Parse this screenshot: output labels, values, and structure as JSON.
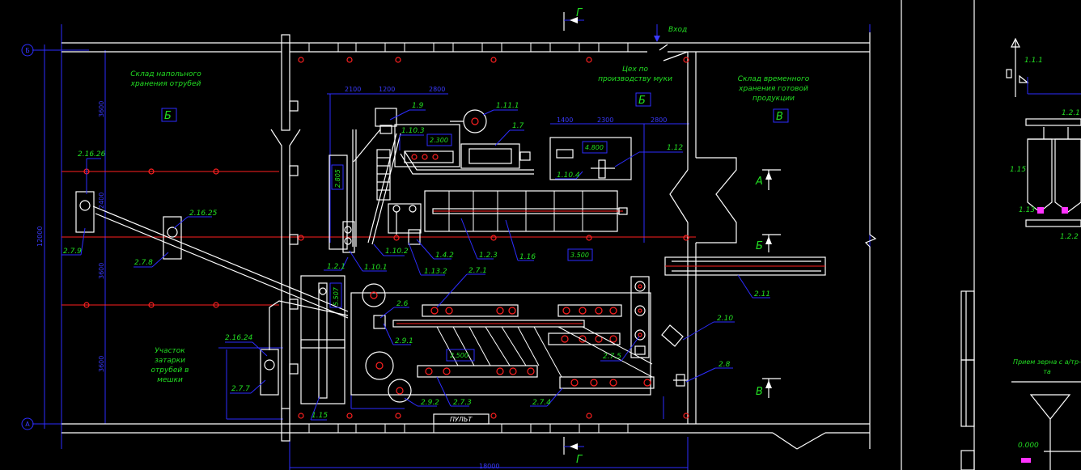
{
  "section_marks": {
    "g": "Г",
    "a": "А",
    "b": "Б",
    "v": "В"
  },
  "axis_marks": {
    "b": "Б",
    "a": "А"
  },
  "entrance": "Вход",
  "rooms": {
    "bran_store": "Склад напольного хранения отрубей",
    "bran_store_mark": "Б",
    "flour_shop": "Цех по производству муки",
    "flour_shop_mark": "Б",
    "product_store": "Склад временного хранения готовой продукции",
    "product_store_mark": "В",
    "bagging": "Участок затарки отрубей в мешки",
    "grain_intake": "Прием зерна с а/тр-та"
  },
  "control_panel": "ПУЛЬТ",
  "equipment": {
    "e1_9": "1.9",
    "e1_11_1": "1.11.1",
    "e1_10_3": "1.10.3",
    "e1_7": "1.7",
    "e1_10_4": "1.10.4",
    "e1_12": "1.12",
    "e2_16_26": "2.16.26",
    "e2_16_25": "2.16.25",
    "e2_7_9": "2.7.9",
    "e2_7_8": "2.7.8",
    "e1_10_2": "1.10.2",
    "e1_4_2": "1.4.2",
    "e1_2_3": "1.2.3",
    "e1_16": "1.16",
    "e1_2_1": "1.2.1",
    "e1_10_1": "1.10.1",
    "e1_13_2": "1.13.2",
    "e2_7_1": "2.7.1",
    "e2_6": "2.6",
    "e2_9_1": "2.9.1",
    "e2_7_5": "2.7.5",
    "e2_10": "2.10",
    "e2_11": "2.11",
    "e2_8": "2.8",
    "e2_16_24": "2.16.24",
    "e2_7_7": "2.7.7",
    "e1_15": "1.15",
    "e2_9_2": "2.9.2",
    "e2_7_3": "2.7.3",
    "e2_7_4": "2.7.4",
    "e1_1_1": "1.1.1",
    "e1_2_1r": "1.2.1",
    "e1_15r": "1.15",
    "e1_13": "1.13",
    "e1_2_2": "1.2.2"
  },
  "elevations": {
    "h2300": "2.300",
    "h4800": "4.800",
    "h2805": "2.805",
    "h3500": "3.500",
    "h5507": "5.507",
    "h2500": "2.500",
    "h0000": "0.000"
  },
  "dims": {
    "d2100": "2100",
    "d1200": "1200",
    "d2800a": "2800",
    "d1400": "1400",
    "d2300": "2300",
    "d2800b": "2800",
    "d18000": "18000",
    "d12000": "12000",
    "d3600a": "3600",
    "d3600b": "3600",
    "d2400": "2400",
    "d3600c": "3600"
  },
  "colors": {
    "background": "#000000",
    "walls": "#ffffff",
    "dimensions": "#2d2dff",
    "centerlines": "#ff2020",
    "labels": "#22dd22"
  }
}
